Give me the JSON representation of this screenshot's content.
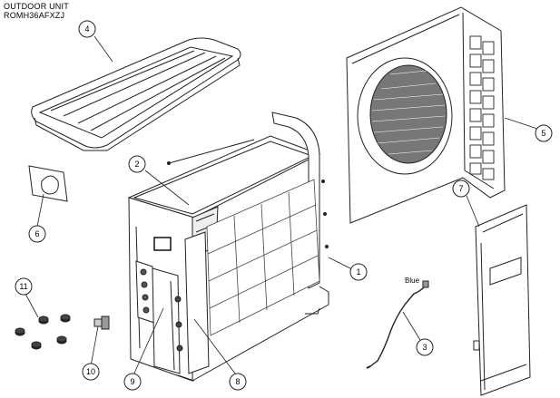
{
  "header": {
    "line1": "OUTDOOR UNIT",
    "line2": "ROMH36AFXZJ"
  },
  "wire_label": "Blue",
  "callouts": [
    "1",
    "2",
    "3",
    "4",
    "5",
    "6",
    "7",
    "8",
    "9",
    "10",
    "11"
  ]
}
